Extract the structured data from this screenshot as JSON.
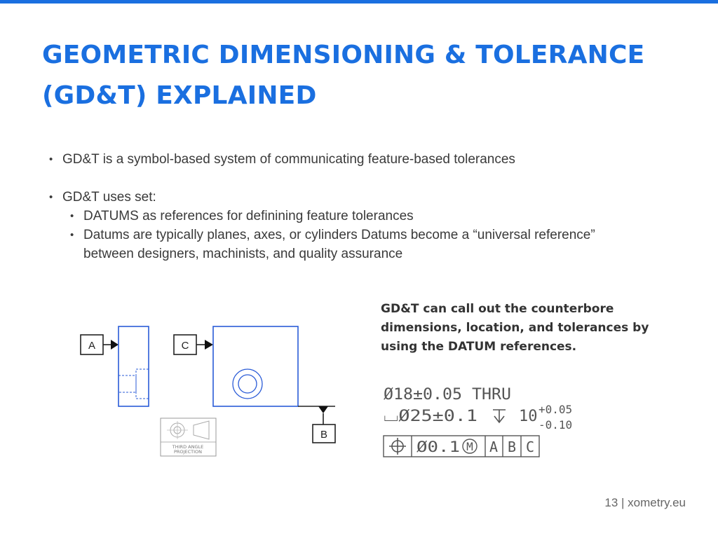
{
  "slide": {
    "title_line1": "GEOMETRIC DIMENSIONING & TOLERANCE",
    "title_line2": "(GD&T) EXPLAINED",
    "bullets": {
      "b1": "GD&T is a symbol-based system of communicating feature-based tolerances",
      "b2": "GD&T uses set:",
      "sub1": "DATUMS as references for definining feature tolerances",
      "sub2_line1": "Datums are typically planes, axes, or cylinders Datums become a “universal reference”",
      "sub2_line2": "between designers, machinists, and quality assurance"
    },
    "callout": "GD&T can call out the counterbore dimensions, location, and tolerances by using the DATUM references.",
    "footer": "13 | xometry.eu"
  },
  "drawing": {
    "datum_a": "A",
    "datum_b": "B",
    "datum_c": "C",
    "projection_line1": "THIRD ANGLE",
    "projection_line2": "PROJECTION"
  },
  "callouts": {
    "line1": "Ø18±0.05 THRU",
    "line2_prefix": "⌴Ø25±0.1",
    "line2_depth": "10",
    "line2_tol_upper": "+0.05",
    "line2_tol_lower": "-0.10",
    "fcf_tolerance": "Ø0.1",
    "fcf_modifier": "M",
    "fcf_datum_1": "A",
    "fcf_datum_2": "B",
    "fcf_datum_3": "C"
  }
}
